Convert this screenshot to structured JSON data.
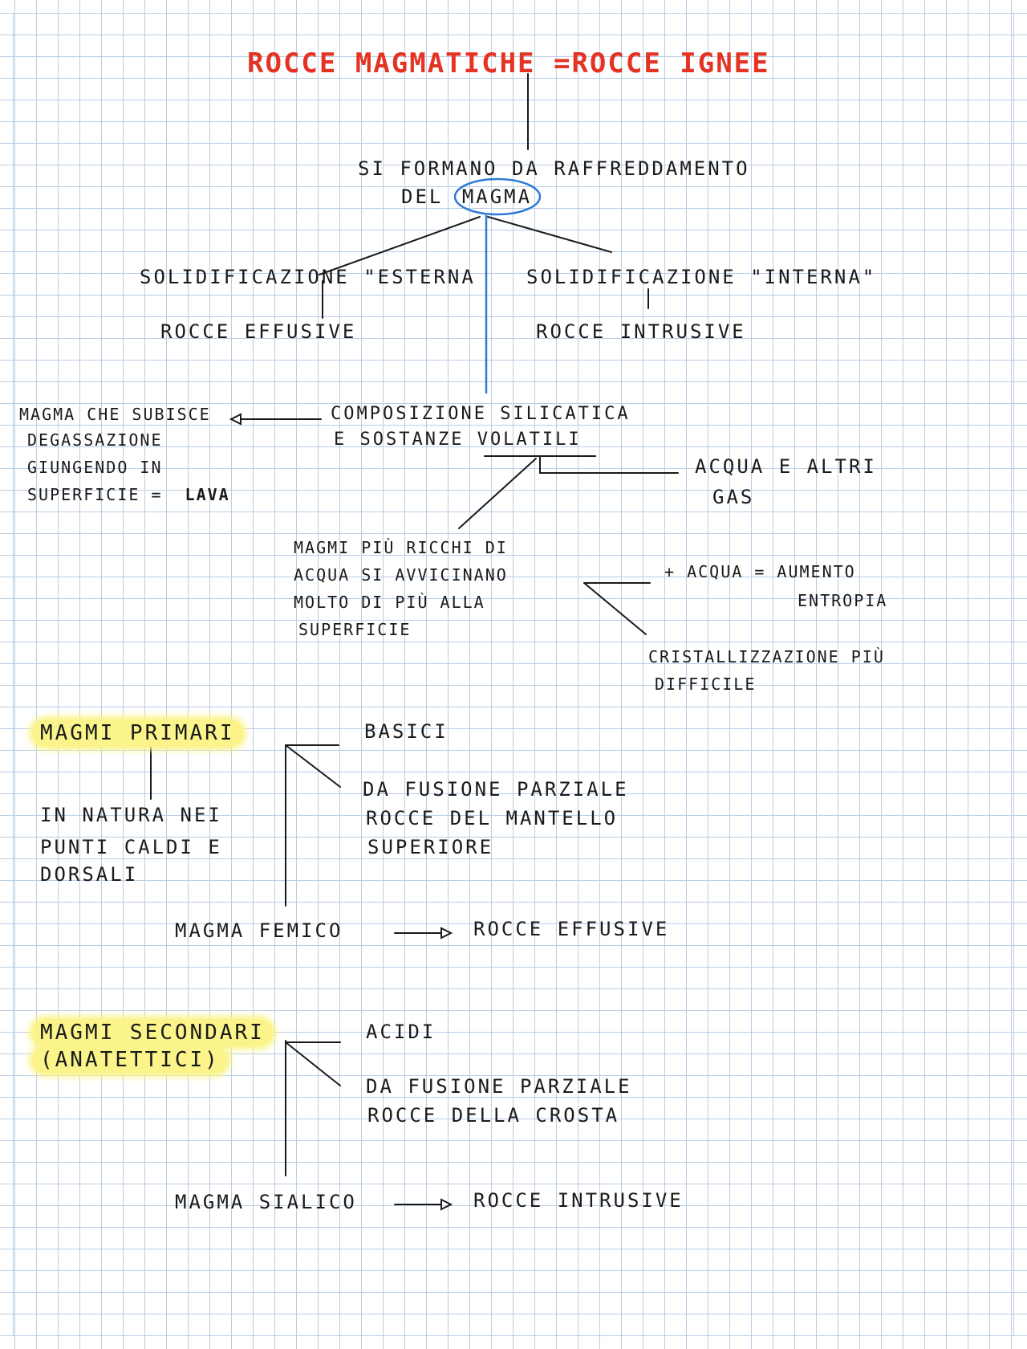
{
  "title": "ROCCE MAGMATICHE =ROCCE IGNEE",
  "origin": {
    "line1": "SI FORMANO DA RAFFREDDAMENTO",
    "line2_prefix": "DEL",
    "circled": "MAGMA"
  },
  "solid_ext": {
    "label": "SOLIDIFICAZIONE \"ESTERNA",
    "result": "ROCCE EFFUSIVE"
  },
  "solid_int": {
    "label": "SOLIDIFICAZIONE \"INTERNA\"",
    "result": "ROCCE INTRUSIVE"
  },
  "composition": {
    "line1": "COMPOSIZIONE SILICATICA",
    "line2": "E SOSTANZE VOLATILI"
  },
  "lava_note": {
    "line1": "MAGMA CHE SUBISCE",
    "line2": "DEGASSAZIONE",
    "line3": "GIUNGENDO IN",
    "line4": "SUPERFICIE =",
    "lava": "LAVA"
  },
  "water_gas": {
    "line1": "ACQUA E ALTRI",
    "line2": "GAS"
  },
  "water_rich": {
    "line1": "MAGMI PIÙ RICCHI DI",
    "line2": "ACQUA SI AVVICINANO",
    "line3": "MOLTO DI PIÙ ALLA",
    "line4": "SUPERFICIE"
  },
  "entropy": {
    "line1": "+ ACQUA = AUMENTO",
    "line2": "ENTROPIA"
  },
  "crystal": {
    "line1": "CRISTALLIZZAZIONE PIÙ",
    "line2": "DIFFICILE"
  },
  "primary": {
    "heading": "MAGMI PRIMARI",
    "basic": "BASICI",
    "fusion1": "DA FUSIONE PARZIALE",
    "fusion2": "ROCCE DEL MANTELLO",
    "fusion3": "SUPERIORE",
    "nature1": "IN NATURA NEI",
    "nature2": "PUNTI CALDI E",
    "nature3": "DORSALI",
    "magma": "MAGMA FEMICO",
    "rocks": "ROCCE EFFUSIVE"
  },
  "secondary": {
    "heading1": "MAGMI SECONDARI",
    "heading2": "(ANATETTICI)",
    "acid": "ACIDI",
    "fusion1": "DA FUSIONE PARZIALE",
    "fusion2": "ROCCE DELLA CROSTA",
    "magma": "MAGMA SIALICO",
    "rocks": "ROCCE INTRUSIVE"
  },
  "colors": {
    "title": "#e53323",
    "ink": "#1a1a1a",
    "blue": "#2f7ad6",
    "highlight": "#fbf48a",
    "grid": "#b9cde3"
  }
}
